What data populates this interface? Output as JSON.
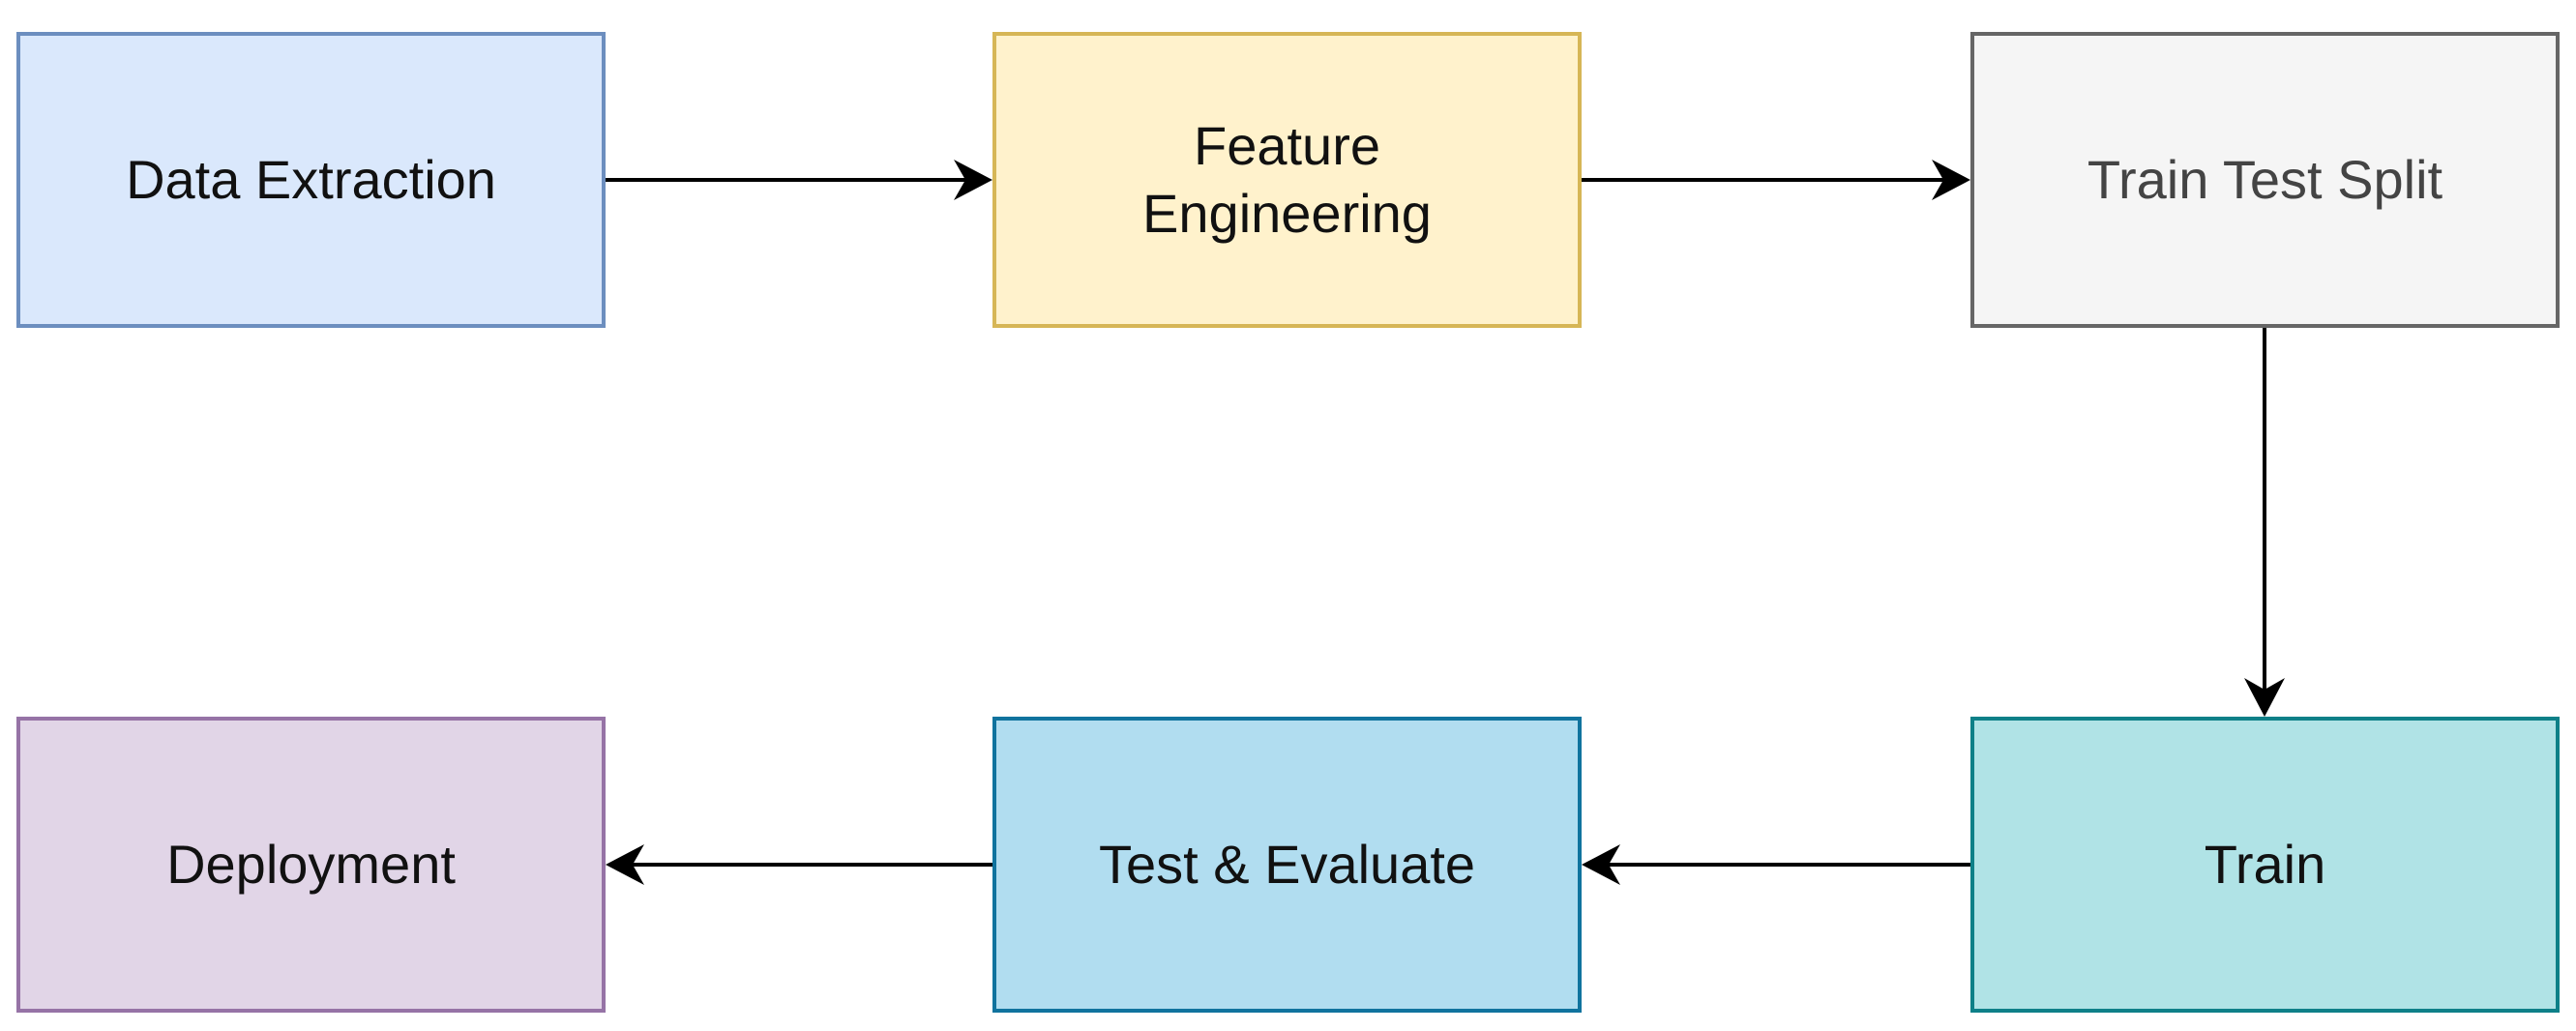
{
  "diagram": {
    "nodes": [
      {
        "id": "data-extraction",
        "label": "Data Extraction",
        "fill": "#dae8fc",
        "stroke": "#6c8ebf"
      },
      {
        "id": "feature-engineering",
        "label": "Feature\nEngineering",
        "fill": "#fff2cc",
        "stroke": "#d6b656"
      },
      {
        "id": "train-test-split",
        "label": "Train Test Split",
        "fill": "#f5f5f5",
        "stroke": "#666666"
      },
      {
        "id": "deployment",
        "label": "Deployment",
        "fill": "#e1d5e7",
        "stroke": "#9673a6"
      },
      {
        "id": "test-evaluate",
        "label": "Test & Evaluate",
        "fill": "#b1ddf0",
        "stroke": "#10739e"
      },
      {
        "id": "train",
        "label": "Train",
        "fill": "#b0e3e6",
        "stroke": "#0e8088"
      }
    ],
    "edges": [
      {
        "from": "data-extraction",
        "to": "feature-engineering"
      },
      {
        "from": "feature-engineering",
        "to": "train-test-split"
      },
      {
        "from": "train-test-split",
        "to": "train"
      },
      {
        "from": "train",
        "to": "test-evaluate"
      },
      {
        "from": "test-evaluate",
        "to": "deployment"
      }
    ],
    "edge_color": "#000000"
  }
}
